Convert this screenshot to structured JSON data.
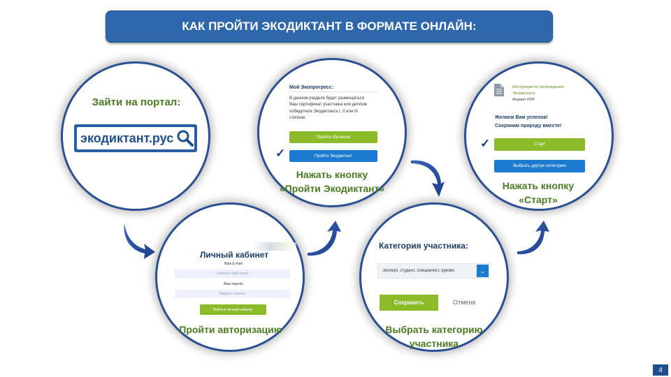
{
  "header": {
    "title": "КАК ПРОЙТИ ЭКОДИКТАНТ В ФОРМАТЕ ОНЛАЙН:"
  },
  "step1": {
    "caption": "Зайти на портал:",
    "site_text": "экодиктант.рус"
  },
  "step2": {
    "heading": "Личный кабинет",
    "email_label": "Ваш E-mail",
    "email_placeholder": "Укажите свой email",
    "password_label": "Ваш пароль",
    "password_placeholder": "Введите пароль",
    "login_button": "Войти в личный кабинет",
    "caption": "Пройти авторизацию"
  },
  "step3": {
    "heading": "Мой Экопрогресс:",
    "text_lines": [
      "В данном разделе будет размещаться",
      "Ваш сертификат участника или диплом",
      "победителя Экодиктанта I, II или III",
      "степени."
    ],
    "training_button": "Пройти обучение",
    "dictation_button": "Пройти Экодиктант",
    "caption_line1": "Нажать кнопку",
    "caption_line2": "«Пройти Экодиктант»"
  },
  "step4": {
    "heading": "Категория участника:",
    "select_value": "Эксперт, студент, специалист, руково",
    "save_button": "Сохранить",
    "cancel_link": "Отмена",
    "caption_line1": "Выбрать категорию",
    "caption_line2": "участника"
  },
  "step5": {
    "doc_title_line1": "Инструкция по прохождению",
    "doc_title_line2": "Экодиктанта",
    "doc_format": "Формат PDF",
    "wish_line1": "Желаем Вам успехов!",
    "wish_line2": "Сохраним природу вместе!",
    "start_button": "Старт",
    "other_category_button": "Выбрать другую категорию",
    "caption_line1": "Нажать кнопку",
    "caption_line2": "«Старт»"
  },
  "footer": {
    "page_number": "4"
  },
  "colors": {
    "banner": "#2f67ad",
    "circle_border": "#2a4f93",
    "green": "#8cbb2a",
    "blue_button": "#1c7bd0",
    "caption_green": "#4a7a22"
  }
}
